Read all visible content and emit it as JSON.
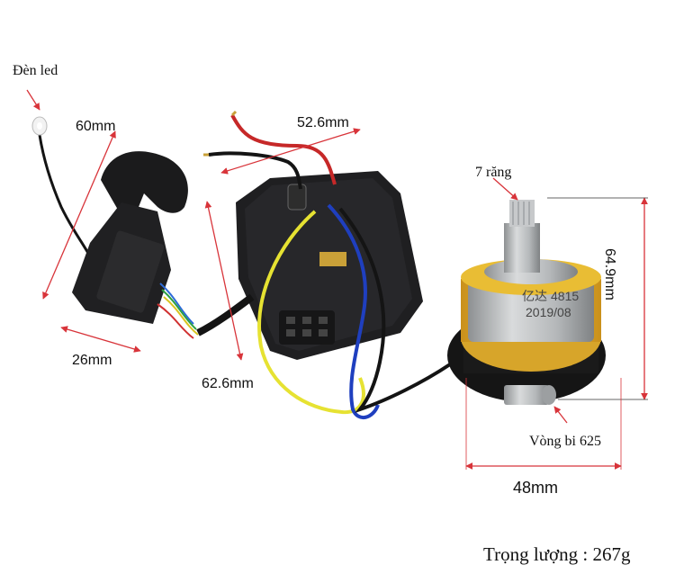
{
  "labels": {
    "led": "Đèn led",
    "dim_60": "60mm",
    "dim_52_6": "52.6mm",
    "dim_26": "26mm",
    "dim_62_6": "62.6mm",
    "teeth": "7 răng",
    "dim_64_9": "64.9mm",
    "bearing": "Vòng bi 625",
    "dim_48": "48mm",
    "weight": "Trọng lượng : 267g"
  },
  "motor_marking": {
    "brand_text": "亿达",
    "model": "4815",
    "date": "2019/08"
  },
  "colors": {
    "dimension_line": "#d8343a",
    "board": "#1f1f21",
    "motor_gold": "#e7b52b",
    "motor_silver": "#b7b9bb",
    "wire_red": "#c62828",
    "wire_yellow": "#e6e232",
    "wire_blue": "#1f3fbf",
    "wire_black": "#141414"
  }
}
